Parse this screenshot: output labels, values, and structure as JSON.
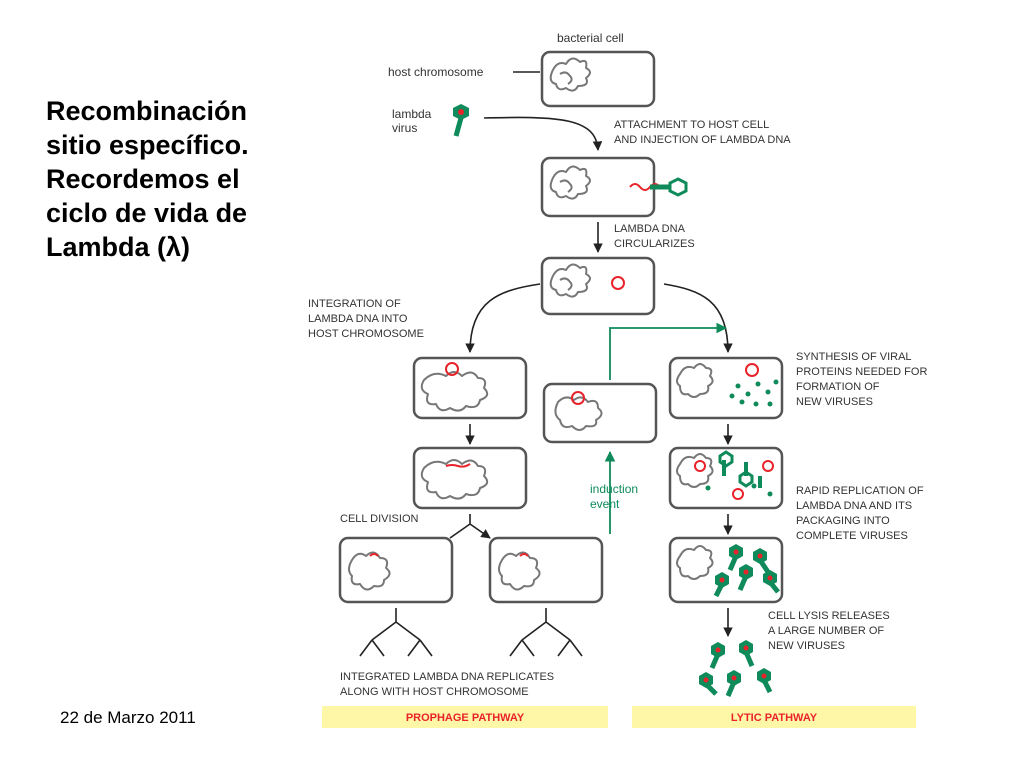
{
  "slide": {
    "title_lines": [
      "Recombinación",
      "sitio específico.",
      "Recordemos el",
      "ciclo de vida de",
      "Lambda (λ)"
    ],
    "date": "22 de Marzo 2011"
  },
  "diagram": {
    "labels": {
      "bacterial_cell": "bacterial cell",
      "host_chromosome": "host chromosome",
      "lambda_virus": [
        "lambda",
        "virus"
      ],
      "attachment": [
        "ATTACHMENT TO HOST CELL",
        "AND INJECTION OF LAMBDA DNA"
      ],
      "circularizes": [
        "LAMBDA DNA",
        "CIRCULARIZES"
      ],
      "integration": [
        "INTEGRATION OF",
        "LAMBDA DNA INTO",
        "HOST CHROMOSOME"
      ],
      "synthesis": [
        "SYNTHESIS OF VIRAL",
        "PROTEINS NEEDED FOR",
        "FORMATION OF",
        "NEW VIRUSES"
      ],
      "induction": [
        "induction",
        "event"
      ],
      "rapid_replication": [
        "RAPID REPLICATION OF",
        "LAMBDA DNA AND ITS",
        "PACKAGING INTO",
        "COMPLETE VIRUSES"
      ],
      "cell_division": "CELL DIVISION",
      "lysis": [
        "CELL LYSIS RELEASES",
        "A LARGE NUMBER OF",
        "NEW VIRUSES"
      ],
      "integrated_replicates": [
        "INTEGRATED LAMBDA DNA REPLICATES",
        "ALONG WITH HOST CHROMOSOME"
      ]
    },
    "pathways": {
      "prophage": "PROPHAGE PATHWAY",
      "lytic": "LYTIC PATHWAY"
    },
    "colors": {
      "cell_border": "#555555",
      "dna_gray": "#777777",
      "lambda_red": "#e8232a",
      "virus_green": "#0f8a5a",
      "induction_green": "#0f8a5a",
      "pathway_bar": "#fff7a8",
      "pathway_text": "#e8232a"
    }
  }
}
